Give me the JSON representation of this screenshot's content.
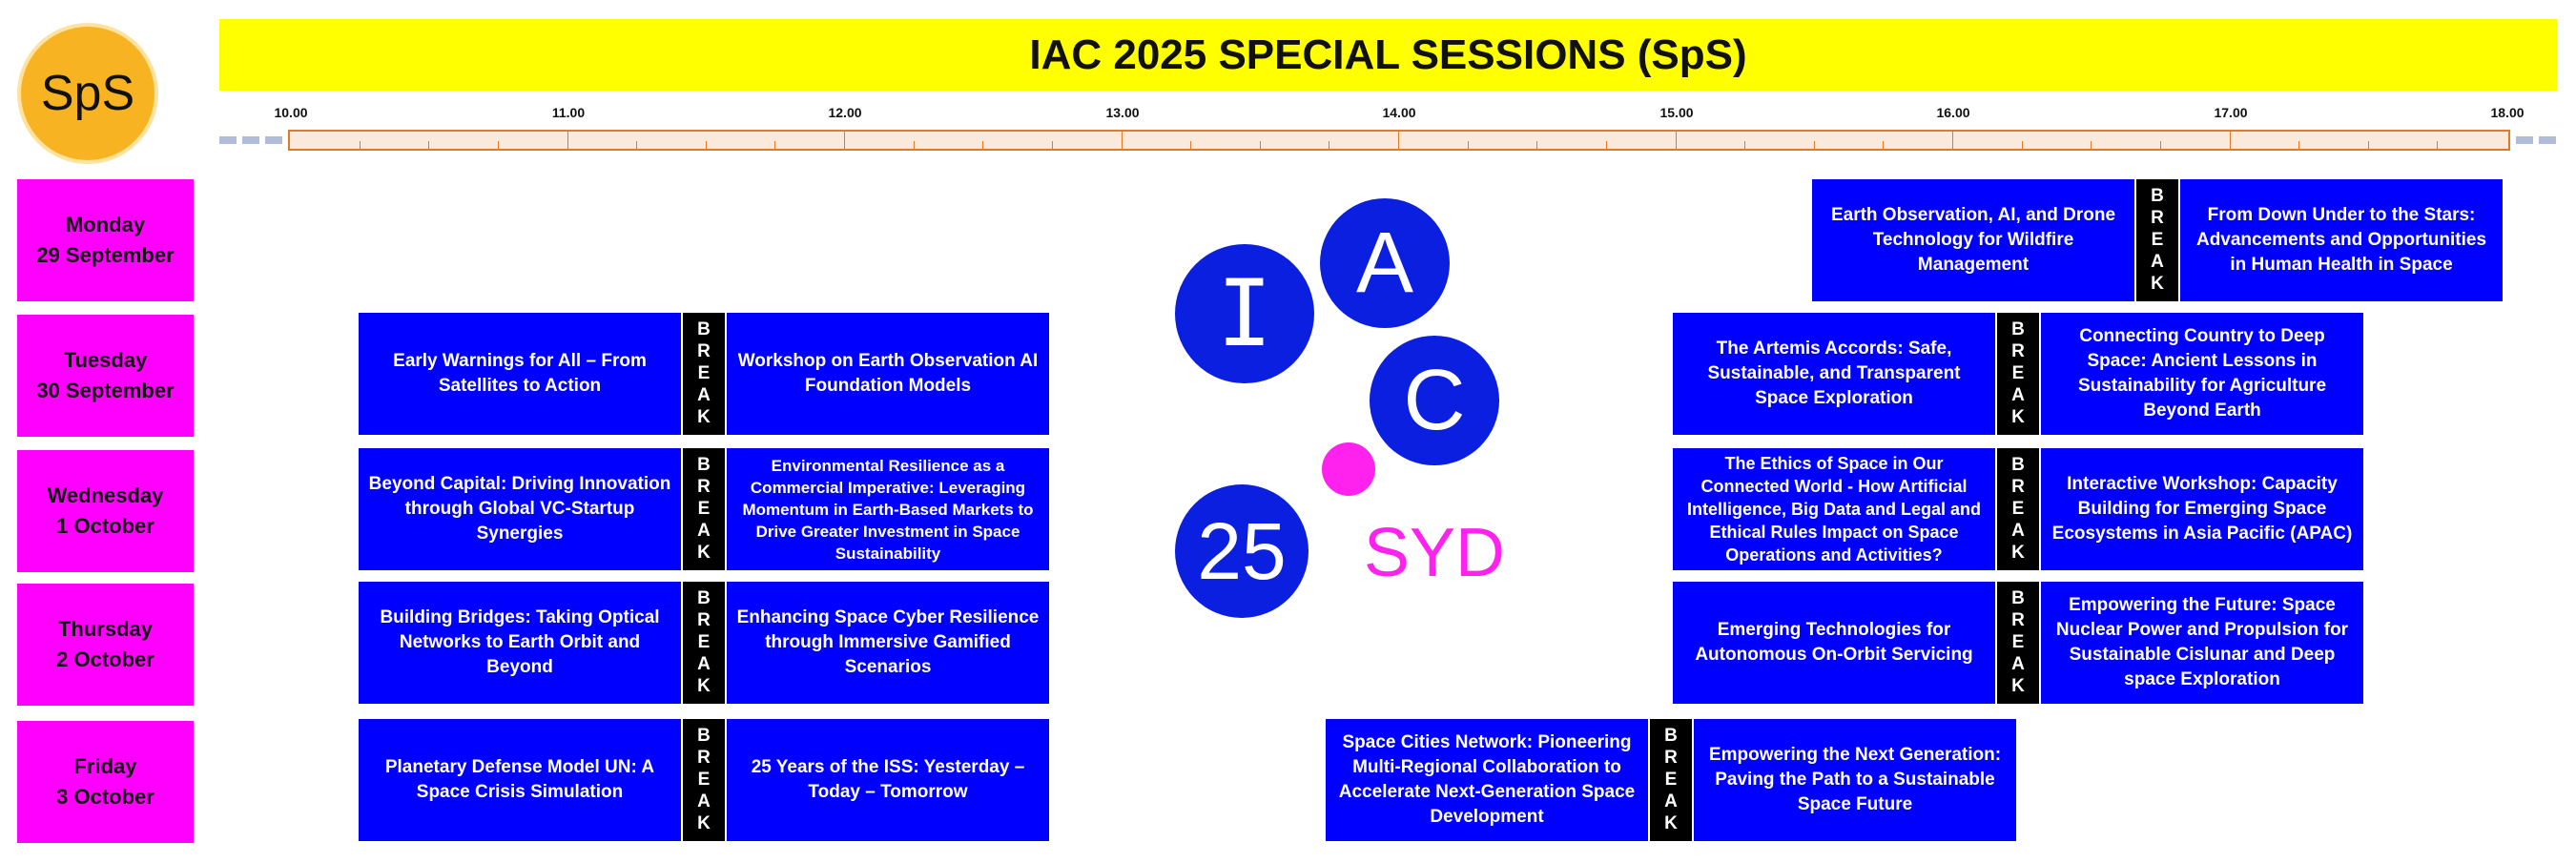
{
  "header": {
    "logo_text": "SpS",
    "title": "IAC 2025 SPECIAL SESSIONS (SpS)"
  },
  "timeline": {
    "ticks": [
      "10.00",
      "11.00",
      "12.00",
      "13.00",
      "14.00",
      "15.00",
      "16.00",
      "17.00",
      "18.00"
    ]
  },
  "days": [
    {
      "name": "Monday",
      "date": "29 September"
    },
    {
      "name": "Tuesday",
      "date": "30 September"
    },
    {
      "name": "Wednesday",
      "date": "1 October"
    },
    {
      "name": "Thursday",
      "date": "2 October"
    },
    {
      "name": "Friday",
      "date": "3 October"
    }
  ],
  "break_letters": [
    "B",
    "R",
    "E",
    "A",
    "K"
  ],
  "sessions": {
    "mon_1": "Earth Observation, AI, and Drone Technology for Wildfire Management",
    "mon_2": "From Down Under to the Stars: Advancements and Opportunities in Human Health in Space",
    "tue_1": "Early Warnings for All – From Satellites to Action",
    "tue_2": "Workshop on Earth Observation AI Foundation Models",
    "tue_3": "The Artemis Accords: Safe, Sustainable, and Transparent Space Exploration",
    "tue_4": "Connecting Country to Deep Space: Ancient Lessons in Sustainability for Agriculture Beyond Earth",
    "wed_1": "Beyond Capital: Driving Innovation through Global VC-Startup Synergies",
    "wed_2": "Environmental Resilience as a Commercial Imperative: Leveraging Momentum in Earth-Based Markets to Drive Greater Investment in Space Sustainability",
    "wed_3": "The Ethics of Space in Our Connected World - How Artificial Intelligence, Big Data and Legal and Ethical Rules Impact on Space Operations and Activities?",
    "wed_4": "Interactive Workshop: Capacity Building for Emerging Space Ecosystems in Asia Pacific (APAC)",
    "thu_1": "Building Bridges: Taking Optical Networks to Earth Orbit and Beyond",
    "thu_2": "Enhancing Space Cyber Resilience through Immersive Gamified Scenarios",
    "thu_3": "Emerging Technologies for Autonomous On-Orbit Servicing",
    "thu_4": "Empowering the Future: Space Nuclear Power and Propulsion for Sustainable Cislunar and Deep space Exploration",
    "fri_1": "Planetary Defense Model UN: A Space Crisis Simulation",
    "fri_2": "25 Years of the ISS: Yesterday – Today – Tomorrow",
    "fri_3": "Space Cities Network: Pioneering Multi-Regional Collaboration to Accelerate Next-Generation Space Development",
    "fri_4": "Empowering the Next Generation: Paving the Path to a Sustainable Space Future"
  },
  "iac_logo": {
    "letter_i": "I",
    "letter_a": "A",
    "letter_c": "C",
    "year": "25",
    "city": "SYD",
    "colors": {
      "blue": "#0a1fe0",
      "magenta": "#ff22ee"
    }
  },
  "colors": {
    "title_bg": "#ffff00",
    "day_bg": "#ff00ff",
    "session_bg": "#0000ff",
    "break_bg": "#000000",
    "logo_bg": "#f7b321"
  }
}
